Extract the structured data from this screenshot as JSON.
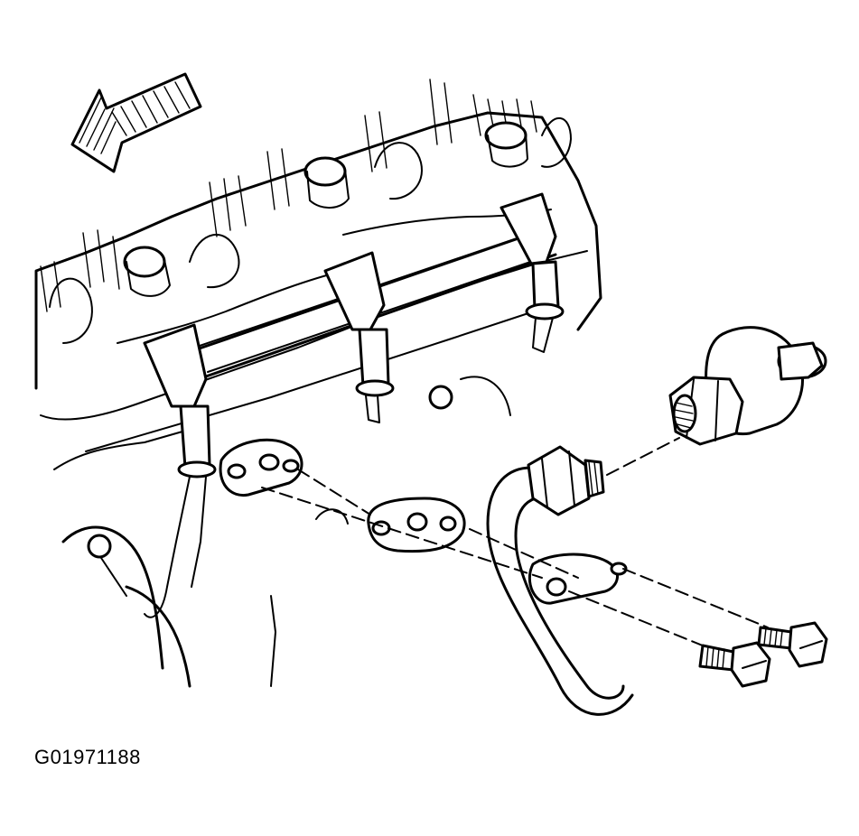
{
  "figure": {
    "id_label": "G01971188",
    "ink_color": "#000000",
    "background_color": "#ffffff"
  },
  "parts": [
    "direction-arrow",
    "engine-top",
    "fuel-rail",
    "fuel-injector",
    "fuel-pipe",
    "gasket",
    "bolt",
    "fuel-pressure-regulator"
  ]
}
